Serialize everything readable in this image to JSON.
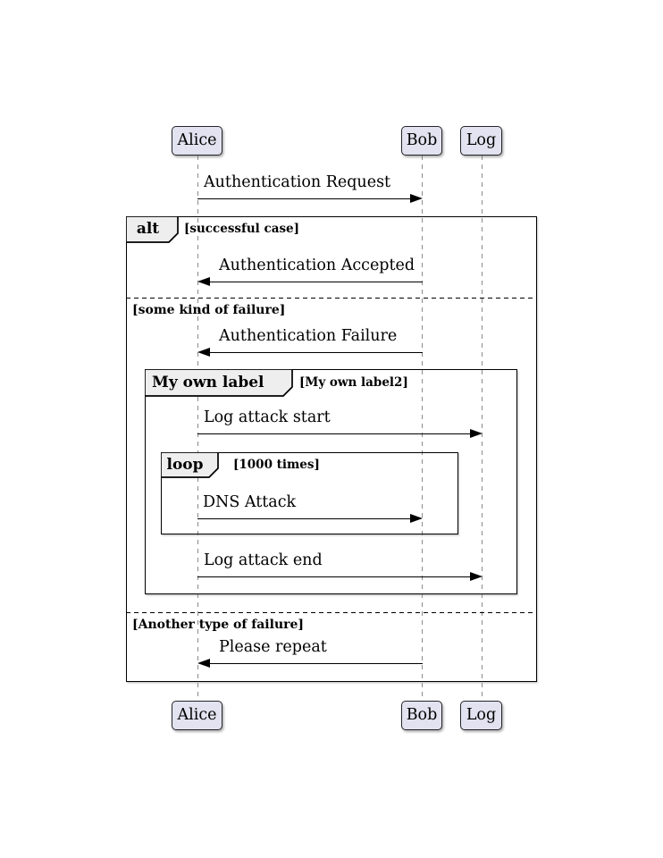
{
  "diagram": {
    "type": "uml-sequence-diagram",
    "participants": [
      {
        "name": "Alice"
      },
      {
        "name": "Bob"
      },
      {
        "name": "Log"
      }
    ],
    "messages": [
      {
        "from": "Alice",
        "to": "Bob",
        "direction": "right",
        "text": "Authentication Request"
      },
      {
        "from": "Bob",
        "to": "Alice",
        "direction": "left",
        "text": "Authentication Accepted"
      },
      {
        "from": "Bob",
        "to": "Alice",
        "direction": "left",
        "text": "Authentication Failure"
      },
      {
        "from": "Alice",
        "to": "Log",
        "direction": "right",
        "text": "Log attack start"
      },
      {
        "from": "Alice",
        "to": "Bob",
        "direction": "right",
        "text": "DNS Attack"
      },
      {
        "from": "Alice",
        "to": "Log",
        "direction": "right",
        "text": "Log attack end"
      },
      {
        "from": "Bob",
        "to": "Alice",
        "direction": "left",
        "text": "Please repeat"
      }
    ],
    "frames": [
      {
        "operator": "alt",
        "guard": "[successful case]"
      },
      {
        "operator": "My own label",
        "guard": "[My own label2]"
      },
      {
        "operator": "loop",
        "guard": "[1000 times]"
      }
    ],
    "dividers": [
      {
        "label": "[some kind of failure]"
      },
      {
        "label": "[Another type of failure]"
      }
    ],
    "colors": {
      "participant_fill": "#E2E2F0",
      "participant_border": "#24242A",
      "frame_border": "#000000",
      "header_fill": "#EEEEEE",
      "lifeline": "#8A8A8A",
      "text": "#000000",
      "background": "#FFFFFF"
    }
  }
}
